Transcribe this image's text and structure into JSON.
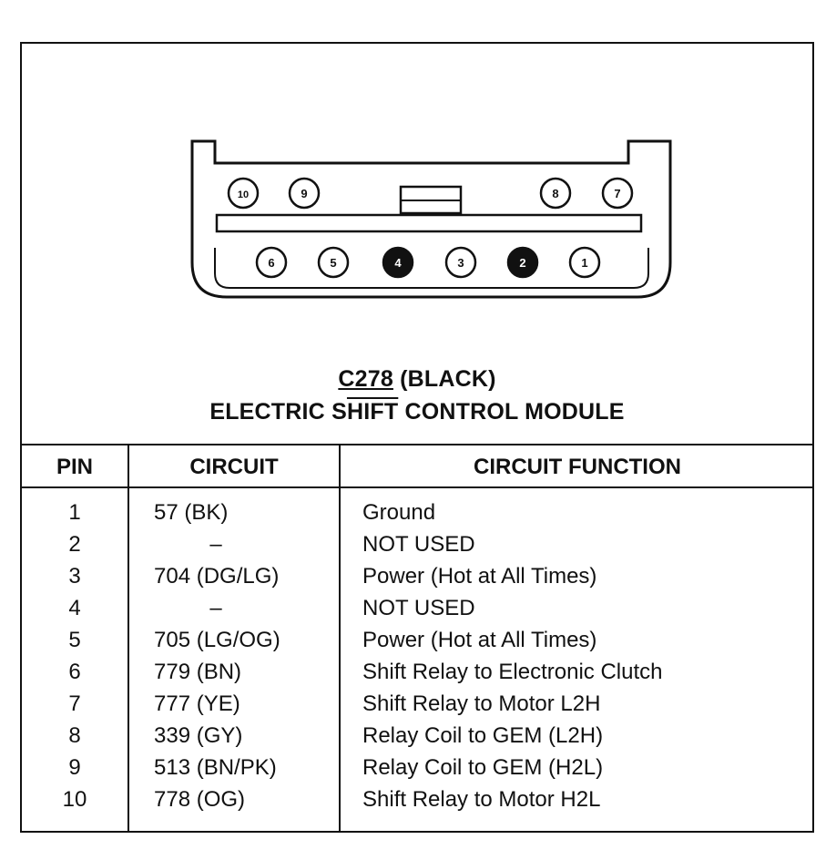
{
  "connector": {
    "id": "C278",
    "color": "(BLACK)",
    "module_prefix": "ELECTRIC S",
    "module_overlined": "HIFT",
    "module_suffix": " CONTROL MODULE",
    "top_row_pins": [
      "10",
      "9",
      "8",
      "7"
    ],
    "bottom_row_pins": [
      "6",
      "5",
      "4",
      "3",
      "2",
      "1"
    ],
    "filled_pins": [
      "4",
      "2"
    ]
  },
  "table": {
    "headers": {
      "pin": "PIN",
      "circuit": "CIRCUIT",
      "function": "CIRCUIT FUNCTION"
    },
    "rows": [
      {
        "pin": "1",
        "circuit": "57 (BK)",
        "function": "Ground"
      },
      {
        "pin": "2",
        "circuit": "–",
        "function": "NOT USED"
      },
      {
        "pin": "3",
        "circuit": "704 (DG/LG)",
        "function": "Power (Hot at All Times)"
      },
      {
        "pin": "4",
        "circuit": "–",
        "function": "NOT USED"
      },
      {
        "pin": "5",
        "circuit": "705 (LG/OG)",
        "function": "Power (Hot at All Times)"
      },
      {
        "pin": "6",
        "circuit": "779 (BN)",
        "function": "Shift Relay to Electronic Clutch"
      },
      {
        "pin": "7",
        "circuit": "777 (YE)",
        "function": "Shift Relay to Motor L2H"
      },
      {
        "pin": "8",
        "circuit": "339 (GY)",
        "function": "Relay Coil to GEM (L2H)"
      },
      {
        "pin": "9",
        "circuit": "513 (BN/PK)",
        "function": "Relay Coil to GEM (H2L)"
      },
      {
        "pin": "10",
        "circuit": "778 (OG)",
        "function": "Shift Relay to Motor H2L"
      }
    ]
  }
}
